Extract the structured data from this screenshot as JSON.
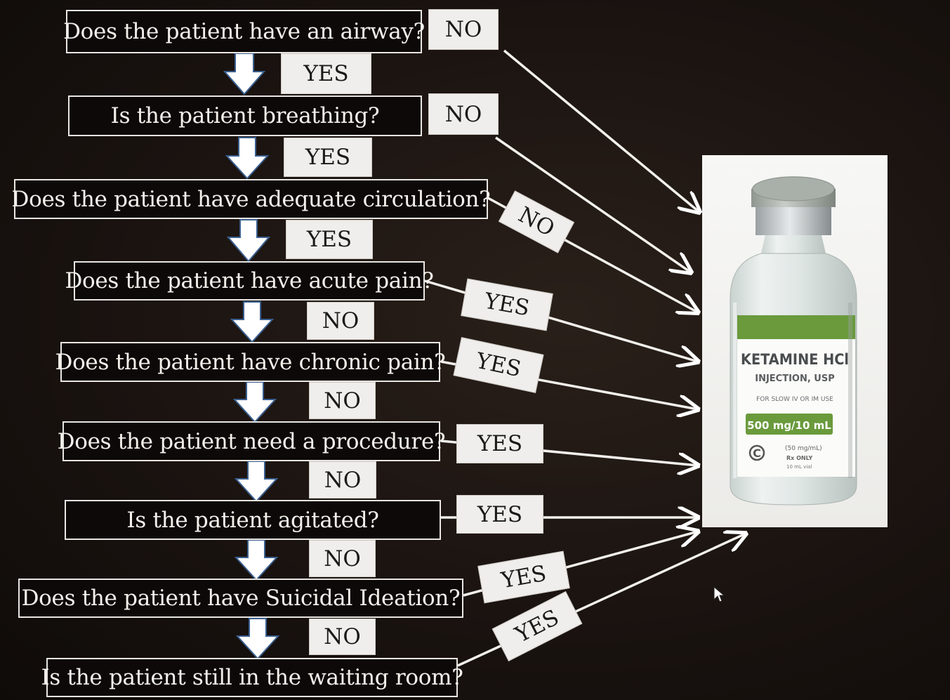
{
  "questions": [
    "Does the patient have an airway?",
    "Is the patient breathing?",
    "Does the patient have adequate circulation?",
    "Does the patient have acute pain?",
    "Does the patient have chronic pain?",
    "Does the patient need a procedure?",
    "Is the patient agitated?",
    "Does the patient have Suicidal Ideation?",
    "Is the patient still in the waiting room?"
  ],
  "flow_labels": [
    "YES",
    "YES",
    "YES",
    "NO",
    "NO",
    "NO",
    "NO",
    "NO"
  ],
  "branch_labels": [
    "NO",
    "NO",
    "NO",
    "YES",
    "YES",
    "YES",
    "YES",
    "YES",
    "YES"
  ],
  "vial": {
    "name": "KETAMINE HCl",
    "form": "INJECTION, USP",
    "route": "FOR SLOW IV OR IM USE",
    "strength": "500 mg/10 mL",
    "concentration": "(50 mg/mL)",
    "rx": "Rx ONLY",
    "volume": "10 mL vial",
    "schedule_mark": "C"
  },
  "colors": {
    "background": "#15100d",
    "box_border": "#e9e6e2",
    "label_bg": "#efeeec",
    "down_arrow": "#ffffff",
    "down_arrow_edge": "#3a5f8f",
    "vial_green": "#6a9a3c"
  }
}
